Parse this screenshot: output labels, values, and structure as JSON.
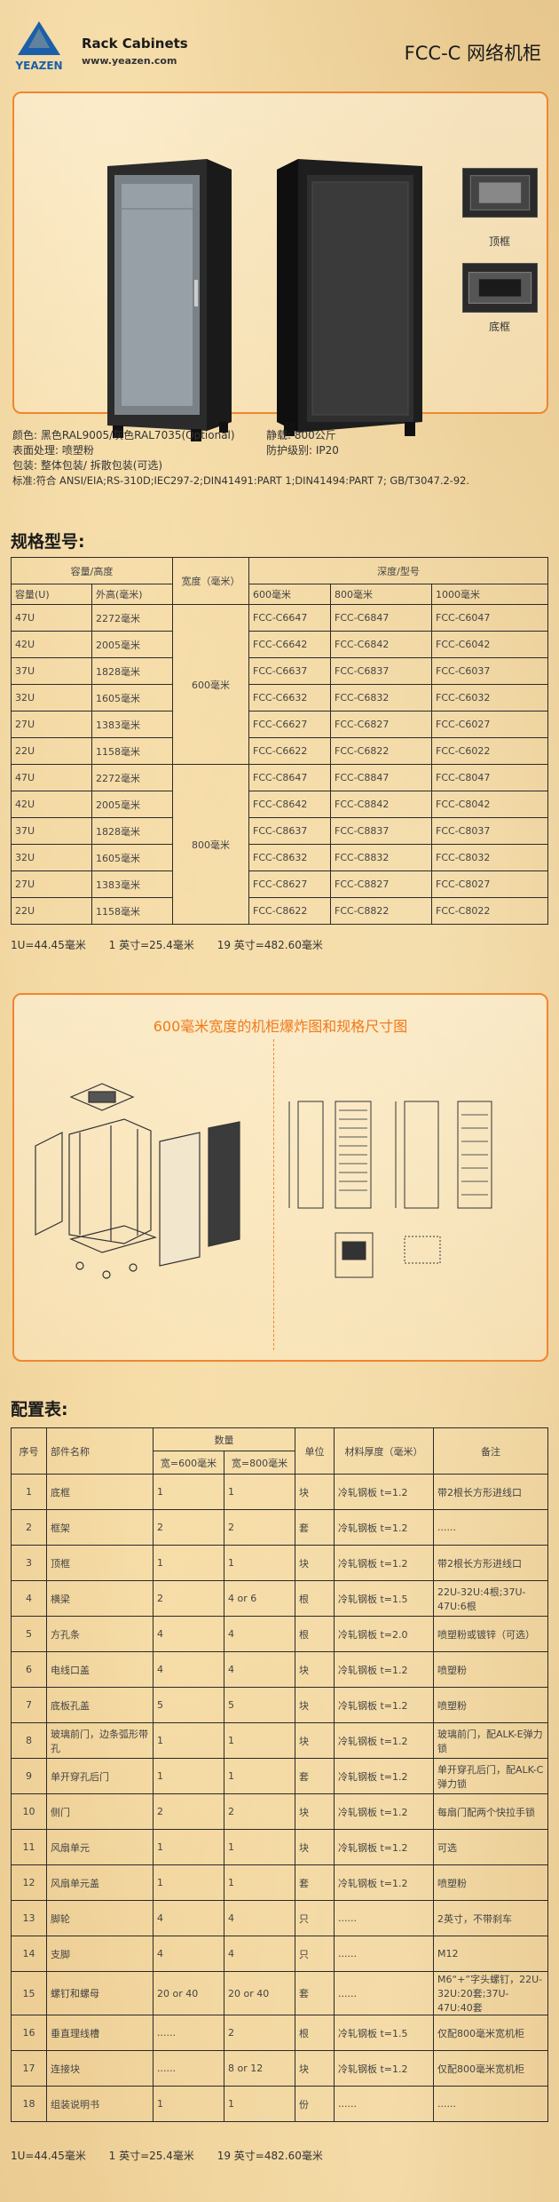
{
  "header": {
    "logo_text": "YEAZEN",
    "brand_title": "Rack Cabinets",
    "brand_url": "www.yeazen.com",
    "page_title": "FCC-C 网络机柜"
  },
  "product": {
    "thumb_top_label": "顶框",
    "thumb_bottom_label": "底框"
  },
  "specs": {
    "color": "颜色: 黑色RAL9005/灰色RAL7035(Optional)",
    "load": "静载: 800公斤",
    "surface": "表面处理: 喷塑粉",
    "protection": "防护级别: IP20",
    "package": "包装: 整体包装/ 拆散包装(可选)",
    "standard": "标准:符合 ANSI/EIA;RS-310D;IEC297-2;DIN41491:PART 1;DIN41494:PART 7; GB/T3047.2-92."
  },
  "models_section": {
    "title": "规格型号:",
    "head_capacity": "容量/高度",
    "head_width": "宽度（毫米）",
    "head_depth": "深度/型号",
    "sub_capacity": "容量(U)",
    "sub_height": "外高(毫米)",
    "sub_d600": "600毫米",
    "sub_d800": "800毫米",
    "sub_d1000": "1000毫米",
    "groups": [
      {
        "width": "600毫米",
        "rows": [
          [
            "47U",
            "2272毫米",
            "FCC-C6647",
            "FCC-C6847",
            "FCC-C6047"
          ],
          [
            "42U",
            "2005毫米",
            "FCC-C6642",
            "FCC-C6842",
            "FCC-C6042"
          ],
          [
            "37U",
            "1828毫米",
            "FCC-C6637",
            "FCC-C6837",
            "FCC-C6037"
          ],
          [
            "32U",
            "1605毫米",
            "FCC-C6632",
            "FCC-C6832",
            "FCC-C6032"
          ],
          [
            "27U",
            "1383毫米",
            "FCC-C6627",
            "FCC-C6827",
            "FCC-C6027"
          ],
          [
            "22U",
            "1158毫米",
            "FCC-C6622",
            "FCC-C6822",
            "FCC-C6022"
          ]
        ]
      },
      {
        "width": "800毫米",
        "rows": [
          [
            "47U",
            "2272毫米",
            "FCC-C8647",
            "FCC-C8847",
            "FCC-C8047"
          ],
          [
            "42U",
            "2005毫米",
            "FCC-C8642",
            "FCC-C8842",
            "FCC-C8042"
          ],
          [
            "37U",
            "1828毫米",
            "FCC-C8637",
            "FCC-C8837",
            "FCC-C8037"
          ],
          [
            "32U",
            "1605毫米",
            "FCC-C8632",
            "FCC-C8832",
            "FCC-C8032"
          ],
          [
            "27U",
            "1383毫米",
            "FCC-C8627",
            "FCC-C8827",
            "FCC-C8027"
          ],
          [
            "22U",
            "1158毫米",
            "FCC-C8622",
            "FCC-C8822",
            "FCC-C8022"
          ]
        ]
      }
    ]
  },
  "units_note": {
    "u": "1U=44.45毫米",
    "inch": "1 英寸=25.4毫米",
    "inch19": "19 英寸=482.60毫米"
  },
  "diagram": {
    "title": "600毫米宽度的机柜爆炸图和规格尺寸图"
  },
  "config_section": {
    "title": "配置表:",
    "head_no": "序号",
    "head_name": "部件名称",
    "head_qty": "数量",
    "head_qty600": "宽=600毫米",
    "head_qty800": "宽=800毫米",
    "head_unit": "单位",
    "head_material": "材料厚度（毫米）",
    "head_remark": "备注",
    "rows": [
      [
        "1",
        "底框",
        "1",
        "1",
        "块",
        "冷轧钢板 t=1.2",
        "带2根长方形进线口"
      ],
      [
        "2",
        "框架",
        "2",
        "2",
        "套",
        "冷轧钢板 t=1.2",
        "......"
      ],
      [
        "3",
        "顶框",
        "1",
        "1",
        "块",
        "冷轧钢板 t=1.2",
        "带2根长方形进线口"
      ],
      [
        "4",
        "横梁",
        "2",
        "4 or 6",
        "根",
        "冷轧钢板 t=1.5",
        "22U-32U:4根;37U-47U:6根"
      ],
      [
        "5",
        "方孔条",
        "4",
        "4",
        "根",
        "冷轧钢板 t=2.0",
        "喷塑粉或镀锌（可选）"
      ],
      [
        "6",
        "电线口盖",
        "4",
        "4",
        "块",
        "冷轧钢板 t=1.2",
        "喷塑粉"
      ],
      [
        "7",
        "底板孔盖",
        "5",
        "5",
        "块",
        "冷轧钢板 t=1.2",
        "喷塑粉"
      ],
      [
        "8",
        "玻璃前门，边条弧形带孔",
        "1",
        "1",
        "块",
        "冷轧钢板 t=1.2",
        "玻璃前门，配ALK-E弹力锁"
      ],
      [
        "9",
        "单开穿孔后门",
        "1",
        "1",
        "套",
        "冷轧钢板 t=1.2",
        "单开穿孔后门，配ALK-C弹力锁"
      ],
      [
        "10",
        "侧门",
        "2",
        "2",
        "块",
        "冷轧钢板 t=1.2",
        "每扇门配两个快拉手锁"
      ],
      [
        "11",
        "风扇单元",
        "1",
        "1",
        "块",
        "冷轧钢板 t=1.2",
        "可选"
      ],
      [
        "12",
        "风扇单元盖",
        "1",
        "1",
        "套",
        "冷轧钢板 t=1.2",
        "喷塑粉"
      ],
      [
        "13",
        "脚轮",
        "4",
        "4",
        "只",
        "......",
        "2英寸，不带刹车"
      ],
      [
        "14",
        "支脚",
        "4",
        "4",
        "只",
        "......",
        "M12"
      ],
      [
        "15",
        "螺钉和螺母",
        "20 or 40",
        "20 or 40",
        "套",
        "......",
        "M6“+”字头螺钉，22U-32U:20套;37U-47U:40套"
      ],
      [
        "16",
        "垂直理线槽",
        "......",
        "2",
        "根",
        "冷轧钢板 t=1.5",
        "仅配800毫米宽机柜"
      ],
      [
        "17",
        "连接块",
        "......",
        "8 or 12",
        "块",
        "冷轧钢板 t=1.2",
        "仅配800毫米宽机柜"
      ],
      [
        "18",
        "组装说明书",
        "1",
        "1",
        "份",
        "......",
        "......"
      ]
    ]
  }
}
